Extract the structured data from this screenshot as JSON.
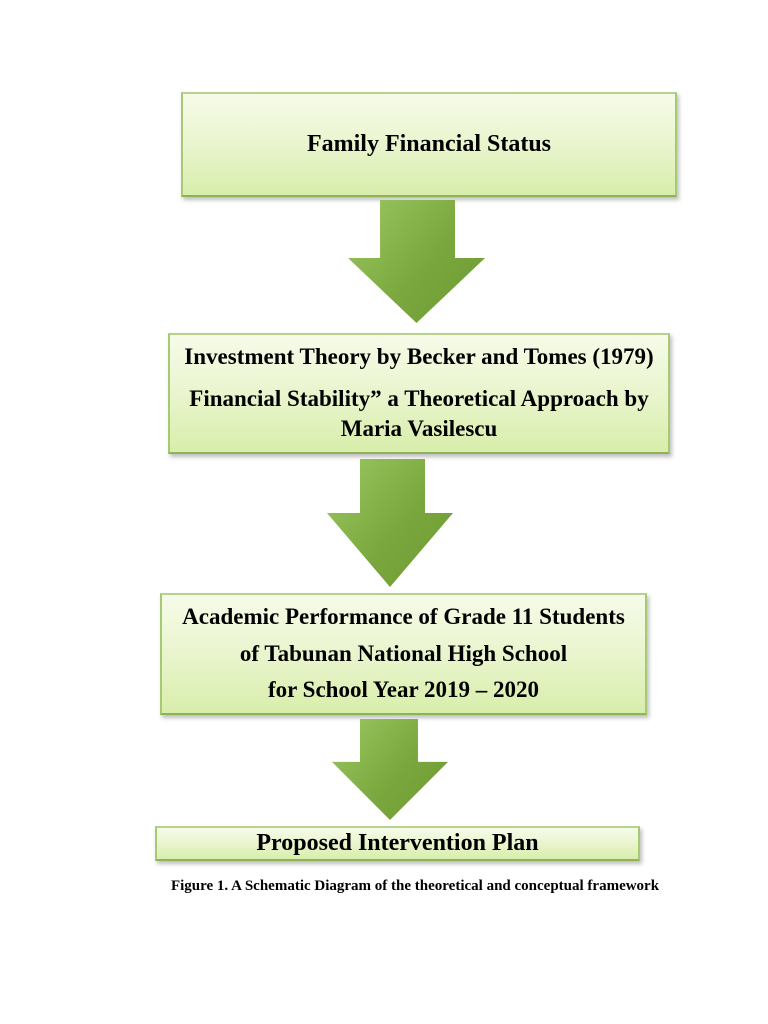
{
  "page": {
    "background": "#ffffff",
    "caption": "Figure 1. A Schematic Diagram of the theoretical and conceptual framework"
  },
  "diagram": {
    "type": "flowchart",
    "direction": "top-down",
    "boxes": [
      {
        "lines": [
          "Family Financial Status"
        ]
      },
      {
        "lines": [
          "Investment Theory by Becker and Tomes (1979)",
          "Financial Stability” a Theoretical Approach by",
          "Maria Vasilescu"
        ]
      },
      {
        "lines": [
          "Academic Performance of Grade 11 Students",
          "of Tabunan National High School",
          "for School Year 2019 – 2020"
        ]
      },
      {
        "lines": [
          "Proposed Intervention Plan"
        ]
      }
    ],
    "connectors": [
      "down-arrow",
      "down-arrow",
      "down-arrow"
    ],
    "colors": {
      "box_fill_top": "#f6fbe9",
      "box_fill_bottom": "#d8eeab",
      "box_border": "#a6c973",
      "arrow_green_light": "#97c35c",
      "arrow_green_dark": "#6c9830",
      "text": "#000000"
    }
  }
}
